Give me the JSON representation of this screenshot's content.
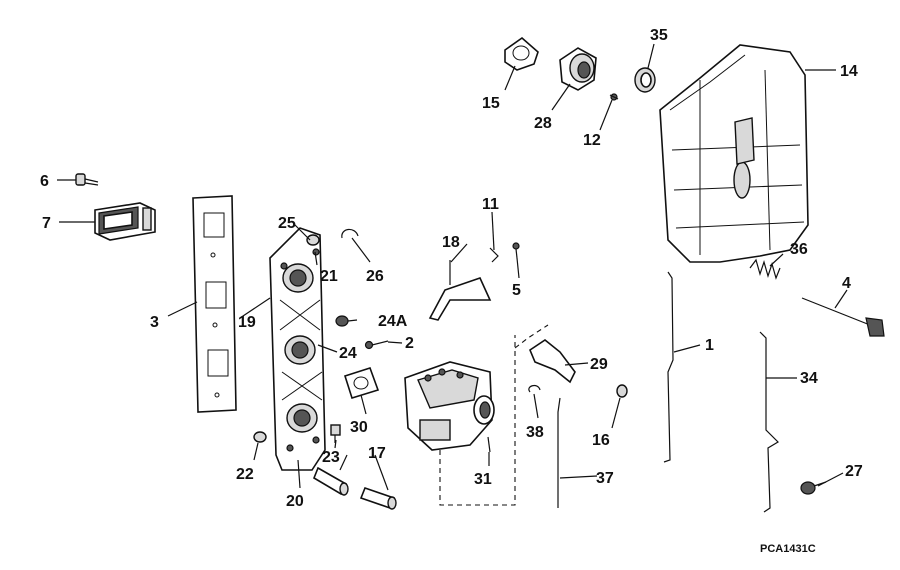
{
  "diagram": {
    "drawing_code": "PCA1431C",
    "callouts": [
      {
        "id": "c1",
        "text": "1"
      },
      {
        "id": "c2",
        "text": "2"
      },
      {
        "id": "c3",
        "text": "3"
      },
      {
        "id": "c4",
        "text": "4"
      },
      {
        "id": "c5",
        "text": "5"
      },
      {
        "id": "c6",
        "text": "6"
      },
      {
        "id": "c7",
        "text": "7"
      },
      {
        "id": "c11",
        "text": "11"
      },
      {
        "id": "c12",
        "text": "12"
      },
      {
        "id": "c14",
        "text": "14"
      },
      {
        "id": "c15",
        "text": "15"
      },
      {
        "id": "c16",
        "text": "16"
      },
      {
        "id": "c17",
        "text": "17"
      },
      {
        "id": "c18",
        "text": "18"
      },
      {
        "id": "c19",
        "text": "19"
      },
      {
        "id": "c20",
        "text": "20"
      },
      {
        "id": "c21",
        "text": "21"
      },
      {
        "id": "c22",
        "text": "22"
      },
      {
        "id": "c23",
        "text": "23"
      },
      {
        "id": "c24",
        "text": "24"
      },
      {
        "id": "c24A",
        "text": "24A"
      },
      {
        "id": "c25",
        "text": "25"
      },
      {
        "id": "c26",
        "text": "26"
      },
      {
        "id": "c27",
        "text": "27"
      },
      {
        "id": "c28",
        "text": "28"
      },
      {
        "id": "c29",
        "text": "29"
      },
      {
        "id": "c30",
        "text": "30"
      },
      {
        "id": "c31",
        "text": "31"
      },
      {
        "id": "c34",
        "text": "34"
      },
      {
        "id": "c35",
        "text": "35"
      },
      {
        "id": "c36",
        "text": "36"
      },
      {
        "id": "c37",
        "text": "37"
      },
      {
        "id": "c38",
        "text": "38"
      }
    ]
  }
}
